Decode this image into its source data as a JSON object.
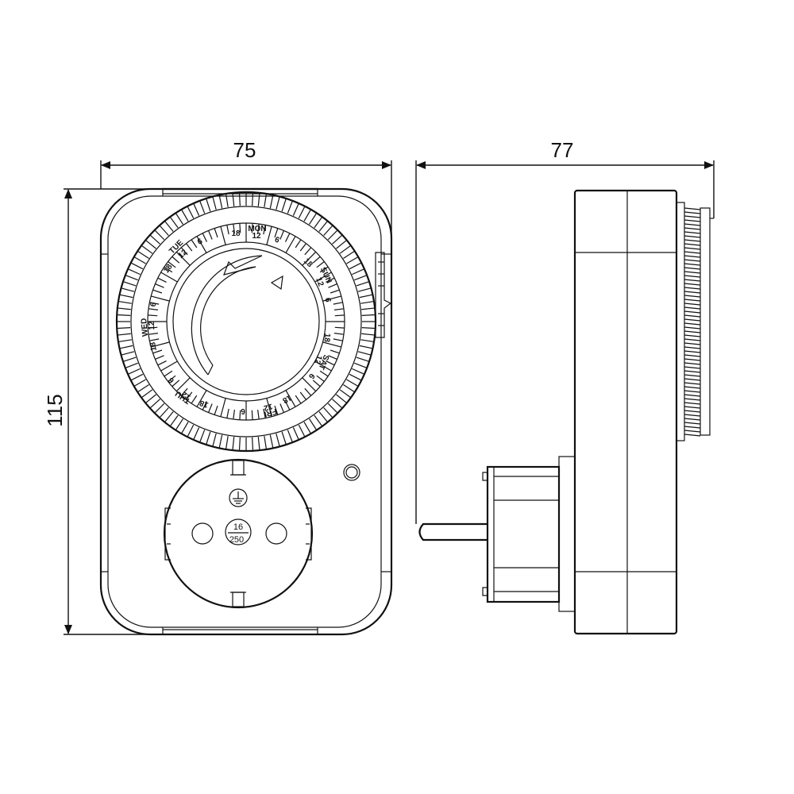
{
  "dimensions": {
    "width": "75",
    "depth": "77",
    "height": "115"
  },
  "dial": {
    "days": [
      "MON",
      "SUN",
      "SAT",
      "FRI",
      "THU",
      "WED",
      "TUE"
    ],
    "hours": [
      "18",
      "12",
      "6"
    ]
  },
  "socket": {
    "rating_top": "16",
    "rating_bottom": "250"
  }
}
